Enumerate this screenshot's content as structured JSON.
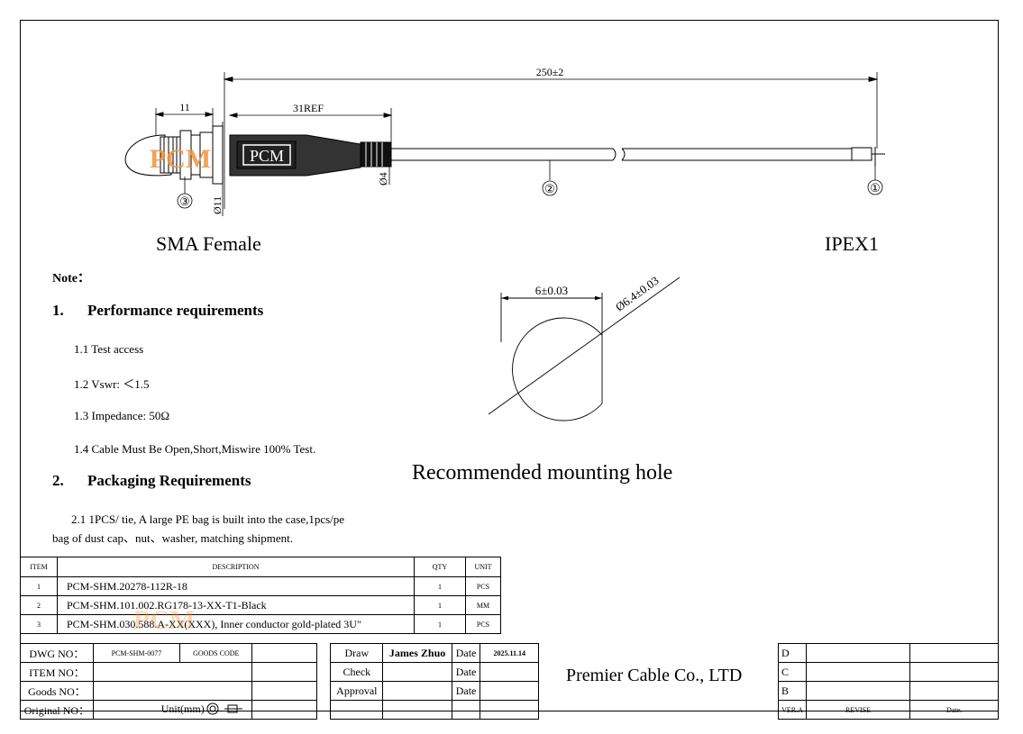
{
  "drawing": {
    "dim_total": "250±2",
    "dim_ref": "31REF",
    "dim_11": "11",
    "dia_11": "Ø11",
    "dia_4": "Ø4",
    "callouts": [
      "①",
      "②",
      "③"
    ],
    "logo_text": "PCM",
    "label_left": "SMA Female",
    "label_right": "IPEX1"
  },
  "hole": {
    "dim_flat": "6±0.03",
    "dim_dia": "Ø6.4±0.03",
    "caption": "Recommended mounting hole"
  },
  "notes": {
    "title": "Note：",
    "sec1_num": "1.",
    "sec1_title": "Performance requirements",
    "items1": [
      "1.1 Test access",
      "1.2 Vswr: ＜1.5",
      "1.3 Impedance: 50Ω",
      "1.4 Cable Must Be Open,Short,Miswire 100% Test."
    ],
    "sec2_num": "2.",
    "sec2_title": "Packaging Requirements",
    "pack_line1": "2.1 1PCS/ tie, A large PE bag is built into the case,1pcs/pe",
    "pack_line2": "bag of dust cap、nut、washer, matching shipment."
  },
  "bom": {
    "headers": [
      "ITEM",
      "DESCRIPTION",
      "QTY",
      "UNIT"
    ],
    "rows": [
      {
        "item": "1",
        "desc": "PCM-SHM.20278-112R-18",
        "qty": "1",
        "unit": "PCS"
      },
      {
        "item": "2",
        "desc": "PCM-SHM.101.002.RG178-13-XX-T1-Black",
        "qty": "1",
        "unit": "MM"
      },
      {
        "item": "3",
        "desc": "PCM-SHM.030.588.A-XX(XXX), Inner conductor gold-plated 3U\"",
        "qty": "1",
        "unit": "PCS"
      }
    ]
  },
  "title_block": {
    "dwg_no_label": "DWG NO：",
    "dwg_no": "PCM-SHM-0077",
    "goods_code_label": "GOODS CODE",
    "item_no_label": "ITEM NO：",
    "goods_no_label": "Goods NO：",
    "original_no_label": "Original NO：",
    "unit_label": "Unit(mm)",
    "draw_label": "Draw",
    "drawer": "James Zhuo",
    "date_label": "Date",
    "date_value": "2025.11.14",
    "check_label": "Check",
    "approval_label": "Approval",
    "company": "Premier Cable Co., LTD",
    "rev_letters": [
      "D",
      "C",
      "B"
    ],
    "ver_label": "VER.A",
    "revise_label": "REVISE",
    "rev_date_label": "Date."
  },
  "colors": {
    "watermark": "#f0923a"
  }
}
